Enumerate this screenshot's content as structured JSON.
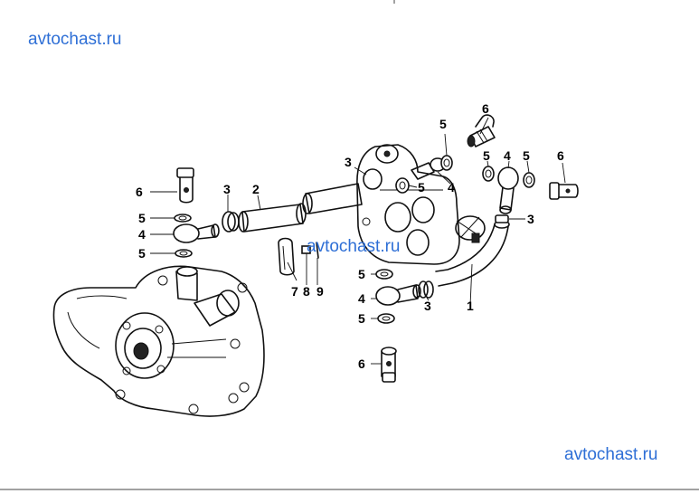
{
  "watermarks": {
    "top": "avtochast.ru",
    "middle": "avtochast.ru",
    "bottom": "avtochast.ru"
  },
  "labels": {
    "l1": "1",
    "l2": "2",
    "l3_left": "3",
    "l3_top": "3",
    "l3_right": "3",
    "l3_bottom": "3",
    "l4_left": "4",
    "l4_top": "4",
    "l4_topright": "4",
    "l4_bottom": "4",
    "l5_left_a": "5",
    "l5_left_b": "5",
    "l5_top_a": "5",
    "l5_top_b": "5",
    "l5_top_c": "5",
    "l5_top_d": "5",
    "l5_bottom_a": "5",
    "l5_bottom_b": "5",
    "l6_left": "6",
    "l6_top": "6",
    "l6_right": "6",
    "l6_bottom": "6",
    "l7": "7",
    "l8": "8",
    "l9": "9"
  }
}
